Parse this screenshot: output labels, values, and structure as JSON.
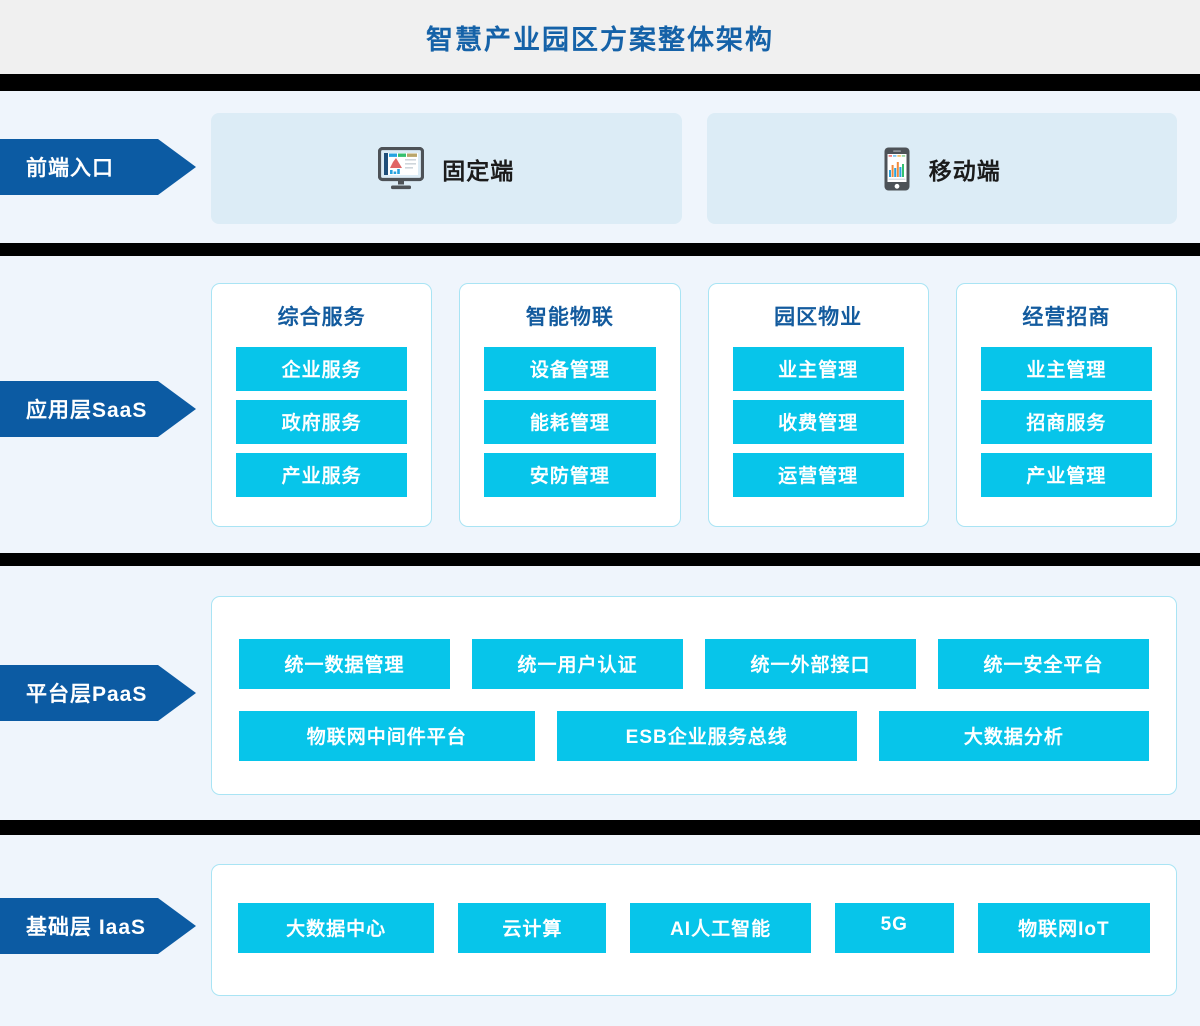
{
  "header": {
    "title": "智慧产业园区方案整体架构"
  },
  "colors": {
    "header_bg": "#f0f0f0",
    "page_bg": "#eff5fc",
    "title_blue": "#1562a8",
    "arrow_blue": "#0c5ba3",
    "chip_cyan": "#07c5ea",
    "panel_border": "#a9e4f4",
    "frontend_card_bg": "#dcecf6",
    "divider_black": "#000000"
  },
  "layers": {
    "frontend": {
      "label": "前端入口",
      "cards": [
        {
          "icon": "desktop-monitor-icon",
          "label": "固定端"
        },
        {
          "icon": "mobile-phone-icon",
          "label": "移动端"
        }
      ]
    },
    "saas": {
      "label": "应用层SaaS",
      "columns": [
        {
          "title": "综合服务",
          "items": [
            "企业服务",
            "政府服务",
            "产业服务"
          ]
        },
        {
          "title": "智能物联",
          "items": [
            "设备管理",
            "能耗管理",
            "安防管理"
          ]
        },
        {
          "title": "园区物业",
          "items": [
            "业主管理",
            "收费管理",
            "运营管理"
          ]
        },
        {
          "title": "经营招商",
          "items": [
            "业主管理",
            "招商服务",
            "产业管理"
          ]
        }
      ]
    },
    "paas": {
      "label": "平台层PaaS",
      "row1": [
        "统一数据管理",
        "统一用户认证",
        "统一外部接口",
        "统一安全平台"
      ],
      "row2": [
        "物联网中间件平台",
        "ESB企业服务总线",
        "大数据分析"
      ]
    },
    "iaas": {
      "label": "基础层 IaaS",
      "items": [
        "大数据中心",
        "云计算",
        "AI人工智能",
        "5G",
        "物联网IoT"
      ]
    }
  }
}
